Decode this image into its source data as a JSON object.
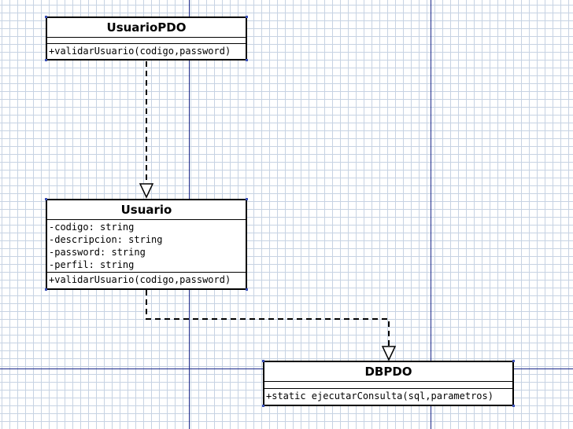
{
  "classes": {
    "usuario_pdo": {
      "name": "UsuarioPDO",
      "attributes": [],
      "methods": [
        "+validarUsuario(codigo,password)"
      ]
    },
    "usuario": {
      "name": "Usuario",
      "attributes": [
        "-codigo: string",
        "-descripcion: string",
        "-password: string",
        "-perfil: string"
      ],
      "methods": [
        "+validarUsuario(codigo,password)"
      ]
    },
    "dbpdo": {
      "name": "DBPDO",
      "attributes": [],
      "methods": [
        "+static ejecutarConsulta(sql,parametros)"
      ]
    }
  },
  "relationships": [
    {
      "type": "dependency",
      "from": "UsuarioPDO",
      "to": "Usuario",
      "style": "dashed",
      "arrowhead": "open-triangle"
    },
    {
      "type": "dependency",
      "from": "Usuario",
      "to": "DBPDO",
      "style": "dashed",
      "arrowhead": "open-triangle"
    }
  ],
  "colors": {
    "grid": "#c7d3e3",
    "guide": "#1d2a8a",
    "handle": "#3a4fb8",
    "stroke": "#000000"
  }
}
